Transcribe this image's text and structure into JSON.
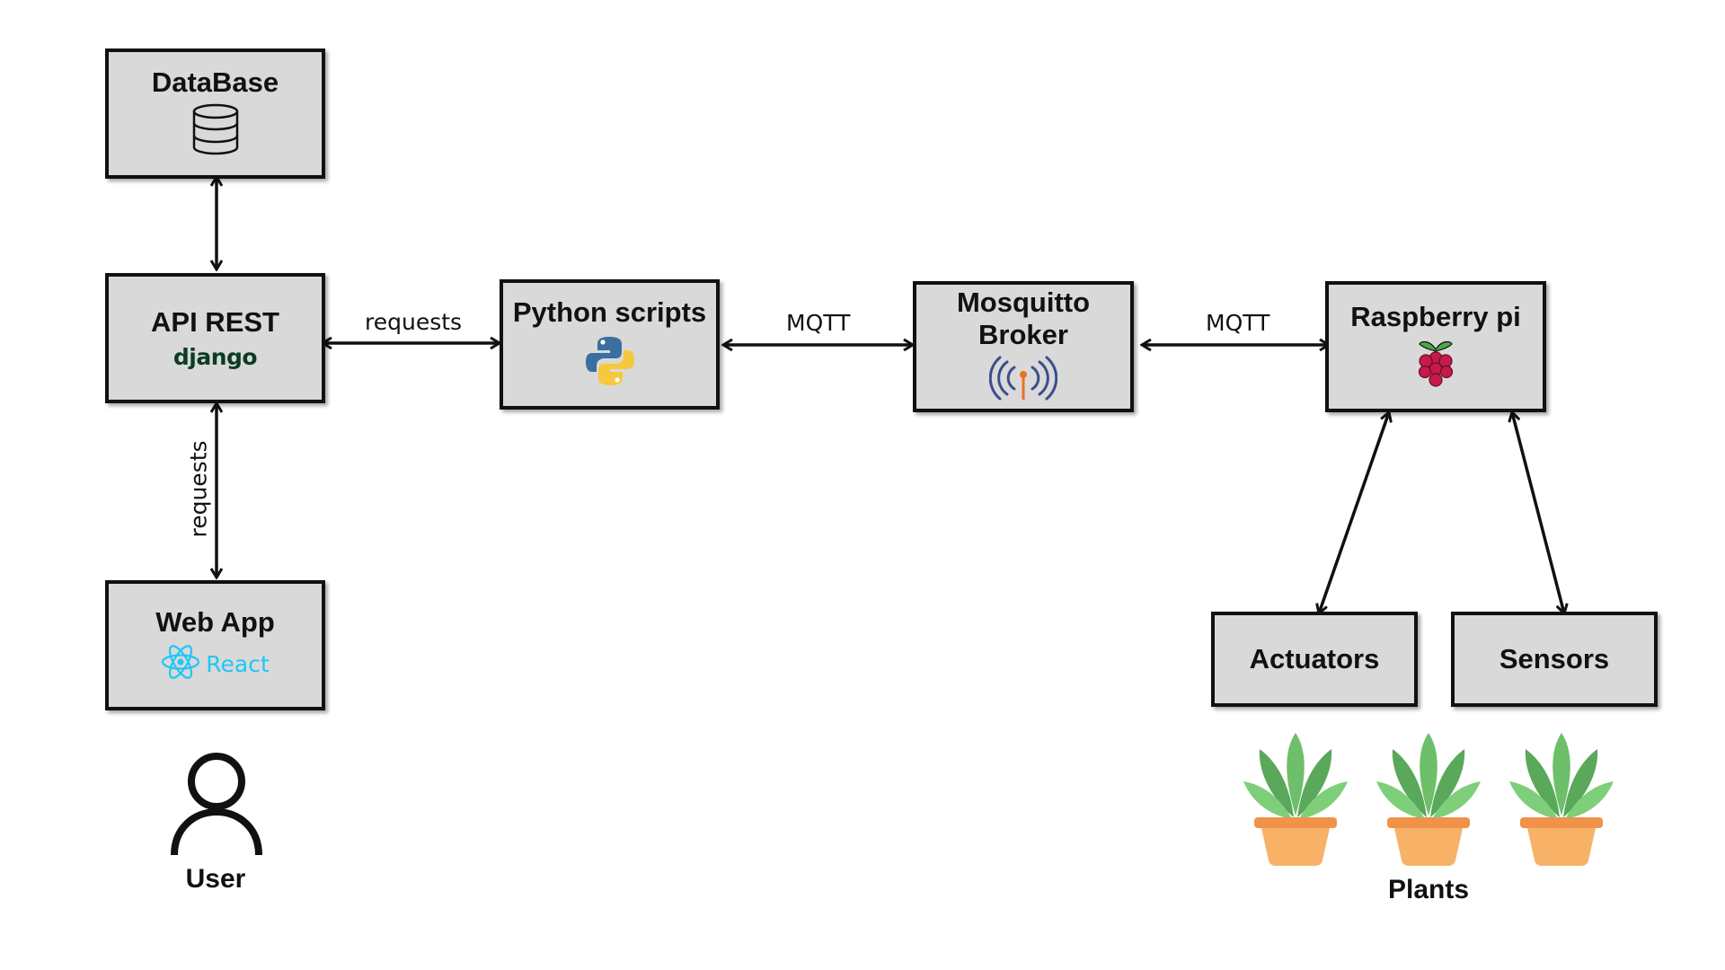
{
  "nodes": {
    "database": {
      "title": "DataBase",
      "icon": "database-icon"
    },
    "api_rest": {
      "title": "API REST",
      "logo_text": "django"
    },
    "web_app": {
      "title": "Web App",
      "logo_text": "React",
      "icon": "react-icon"
    },
    "python_scripts": {
      "title": "Python scripts",
      "icon": "python-icon"
    },
    "mosquitto": {
      "title_line1": "Mosquitto",
      "title_line2": "Broker",
      "icon": "mosquitto-icon"
    },
    "raspberry": {
      "title": "Raspberry pi",
      "icon": "raspberry-icon"
    },
    "actuators": {
      "title": "Actuators"
    },
    "sensors": {
      "title": "Sensors"
    }
  },
  "edges": {
    "api_python": "requests",
    "webapp_api": "requests",
    "python_mosquitto": "MQTT",
    "mosquitto_raspberry": "MQTT"
  },
  "user": {
    "label": "User",
    "icon": "user-icon"
  },
  "plants": {
    "label": "Plants",
    "icon": "plant-icon",
    "count": 3
  },
  "colors": {
    "box_fill": "#d9d9d9",
    "border": "#111111",
    "django": "#0c3c26",
    "react": "#1fc7f5",
    "leaf": "#6dbf6a",
    "pot": "#f7b267"
  }
}
